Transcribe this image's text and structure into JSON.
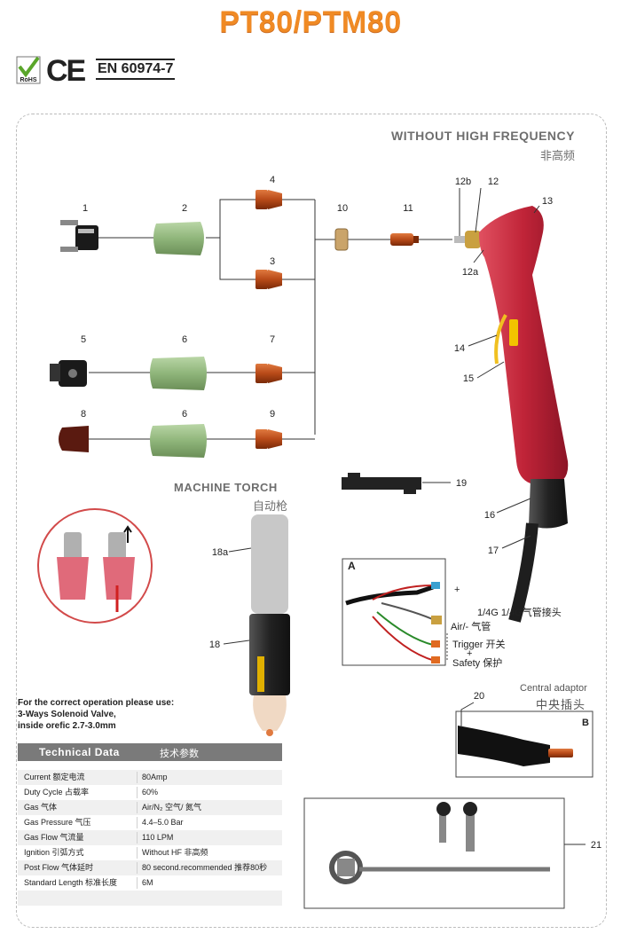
{
  "title": "PT80/PTM80",
  "certifications": {
    "rohs": "RoHS",
    "ce": "CE",
    "standard": "EN 60974-7"
  },
  "diagram": {
    "heading": "WITHOUT HIGH FREQUENCY",
    "heading_cn": "非高频",
    "part_numbers": [
      "1",
      "2",
      "3",
      "4",
      "5",
      "6",
      "7",
      "8",
      "6",
      "9",
      "10",
      "11",
      "12b",
      "12",
      "12a",
      "13",
      "14",
      "15",
      "16",
      "17",
      "18a",
      "18",
      "19",
      "20",
      "21"
    ]
  },
  "machine_torch": {
    "label": "MACHINE TORCH",
    "label_cn": "自动枪"
  },
  "inset_a": {
    "letter": "A",
    "plus_top": "+",
    "gas_fitting": "1/4G 1/4G气管接头",
    "air": "Air/- 气管",
    "trigger": "Trigger 开关",
    "plus_mid": "+",
    "safety": "Safety 保护"
  },
  "central_adaptor": {
    "en": "Central adaptor",
    "cn": "中央插头",
    "letter": "B"
  },
  "note": [
    "For the correct operation please use:",
    "3-Ways Solenoid Valve,",
    "inside orefic 2.7-3.0mm"
  ],
  "technical_data": {
    "header": "Technical Data",
    "header_cn": "技术参数",
    "rows": [
      {
        "key": "Current 额定电流",
        "value": "80Amp"
      },
      {
        "key": "Duty Cycle 占载率",
        "value": "60%"
      },
      {
        "key": "Gas 气体",
        "value": "Air/N₂ 空气/ 氮气"
      },
      {
        "key": "Gas Pressure 气压",
        "value": "4.4–5.0 Bar"
      },
      {
        "key": "Gas Flow 气流量",
        "value": "110 LPM"
      },
      {
        "key": "Ignition 引弧方式",
        "value": "Without HF 非高频"
      },
      {
        "key": "Post Flow 气体延时",
        "value": "80 second.recommended 推荐80秒"
      },
      {
        "key": "Standard Length 标准长度",
        "value": "6M"
      }
    ]
  },
  "colors": {
    "title": "#f08a24",
    "torch_red": "#c8243a",
    "copper": "#b8501c",
    "shield_green": "#9bbf87"
  }
}
